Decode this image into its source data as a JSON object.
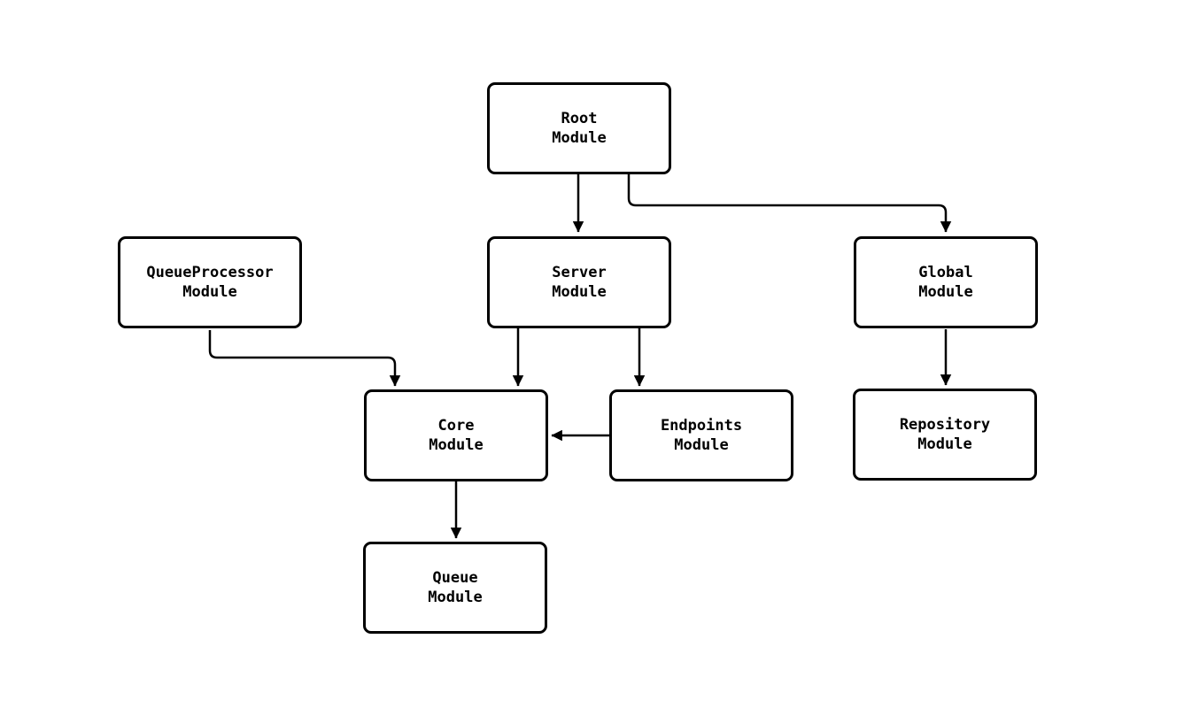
{
  "diagram": {
    "type": "module-dependency-flowchart",
    "background_color": "#ffffff",
    "stroke_color": "#000000",
    "node_fill_color": "#ffffff",
    "nodes": {
      "root": {
        "label": "Root\nModule"
      },
      "queueprocessor": {
        "label": "QueueProcessor\nModule"
      },
      "server": {
        "label": "Server\nModule"
      },
      "global": {
        "label": "Global\nModule"
      },
      "core": {
        "label": "Core\nModule"
      },
      "endpoints": {
        "label": "Endpoints\nModule"
      },
      "repository": {
        "label": "Repository\nModule"
      },
      "queue": {
        "label": "Queue\nModule"
      }
    },
    "edges": [
      {
        "from": "Root Module",
        "to": "Server Module"
      },
      {
        "from": "Root Module",
        "to": "Global Module"
      },
      {
        "from": "QueueProcessor Module",
        "to": "Core Module"
      },
      {
        "from": "Server Module",
        "to": "Core Module"
      },
      {
        "from": "Server Module",
        "to": "Endpoints Module"
      },
      {
        "from": "Endpoints Module",
        "to": "Core Module"
      },
      {
        "from": "Global Module",
        "to": "Repository Module"
      },
      {
        "from": "Core Module",
        "to": "Queue Module"
      }
    ]
  }
}
